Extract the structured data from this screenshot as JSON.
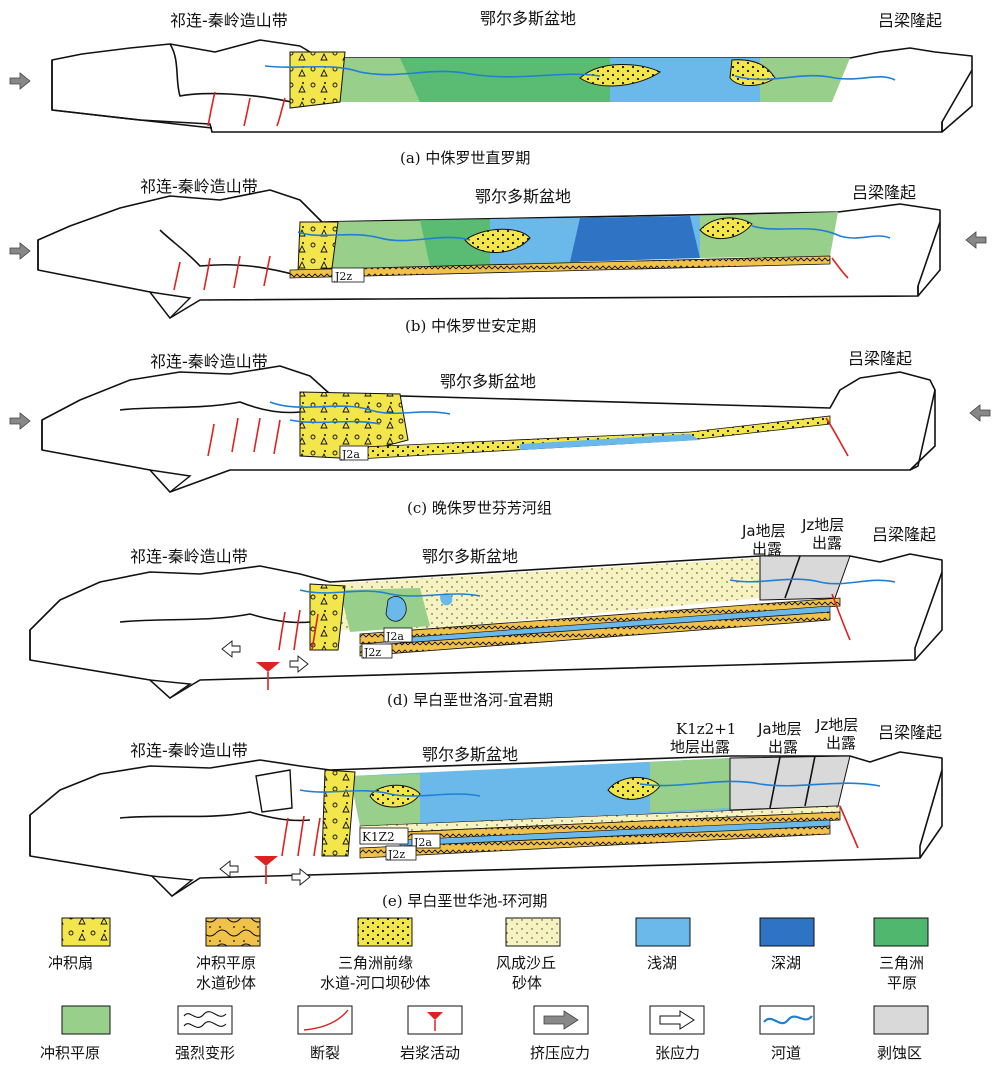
{
  "panels": [
    {
      "caption": "(a) 中侏罗世直罗期",
      "labels": {
        "left": "祁连-秦岭造山带",
        "center": "鄂尔多斯盆地",
        "right": "吕梁隆起"
      },
      "units": []
    },
    {
      "caption": "(b) 中侏罗世安定期",
      "labels": {
        "left": "祁连-秦岭造山带",
        "center": "鄂尔多斯盆地",
        "right": "吕梁隆起"
      },
      "units": [
        "J2z"
      ]
    },
    {
      "caption": "(c) 晚侏罗世芬芳河组",
      "labels": {
        "left": "祁连-秦岭造山带",
        "center": "鄂尔多斯盆地",
        "right": "吕梁隆起"
      },
      "units": [
        "J2a"
      ]
    },
    {
      "caption": "(d) 早白垩世洛河-宜君期",
      "labels": {
        "left": "祁连-秦岭造山带",
        "center": "鄂尔多斯盆地",
        "right": "吕梁隆起"
      },
      "units": [
        "J2a",
        "J2z"
      ],
      "exposures": [
        "Ja地层",
        "出露",
        "Jz地层",
        "出露"
      ]
    },
    {
      "caption": "(e) 早白垩世华池-环河期",
      "labels": {
        "left": "祁连-秦岭造山带",
        "center": "鄂尔多斯盆地",
        "right": "吕梁隆起"
      },
      "units": [
        "K1Z2",
        "J2a",
        "J2z"
      ],
      "exposures": [
        "K1z2+1",
        "地层出露",
        "Ja地层",
        "出露",
        "Jz地层",
        "出露"
      ]
    }
  ],
  "legend": [
    {
      "icon": "alluvial-fan",
      "lines": [
        "冲积扇"
      ]
    },
    {
      "icon": "alluvial-plain-channel-sand",
      "lines": [
        "冲积平原",
        "水道砂体"
      ]
    },
    {
      "icon": "delta-front-sand",
      "lines": [
        "三角洲前缘",
        "水道-河口坝砂体"
      ]
    },
    {
      "icon": "aeolian-dune-sand",
      "lines": [
        "风成沙丘",
        "砂体"
      ]
    },
    {
      "icon": "shallow-lake",
      "lines": [
        "浅湖"
      ]
    },
    {
      "icon": "deep-lake",
      "lines": [
        "深湖"
      ]
    },
    {
      "icon": "delta-plain",
      "lines": [
        "三角洲",
        "平原"
      ]
    },
    {
      "icon": "alluvial-plain",
      "lines": [
        "冲积平原"
      ]
    },
    {
      "icon": "strong-deformation",
      "lines": [
        "强烈变形"
      ]
    },
    {
      "icon": "fault",
      "lines": [
        "断裂"
      ]
    },
    {
      "icon": "magmatic-activity",
      "lines": [
        "岩浆活动"
      ]
    },
    {
      "icon": "compressive-stress",
      "lines": [
        "挤压应力"
      ]
    },
    {
      "icon": "tensile-stress",
      "lines": [
        "张应力"
      ]
    },
    {
      "icon": "river-channel",
      "lines": [
        "河道"
      ]
    },
    {
      "icon": "erosion-zone",
      "lines": [
        "剥蚀区"
      ]
    }
  ],
  "colors": {
    "sand_yellow": "#f2e64b",
    "dune": "#f7f3c0",
    "shallow_lake": "#6bb8ea",
    "deep_lake": "#2f73c4",
    "delta_plain": "#4fb86e",
    "alluvial_plain": "#98cf8a",
    "erosion": "#d9d9d9",
    "fault": "#d22222",
    "river": "#1f7fd6",
    "alluvial_plain_sand": "#f0c24a"
  }
}
